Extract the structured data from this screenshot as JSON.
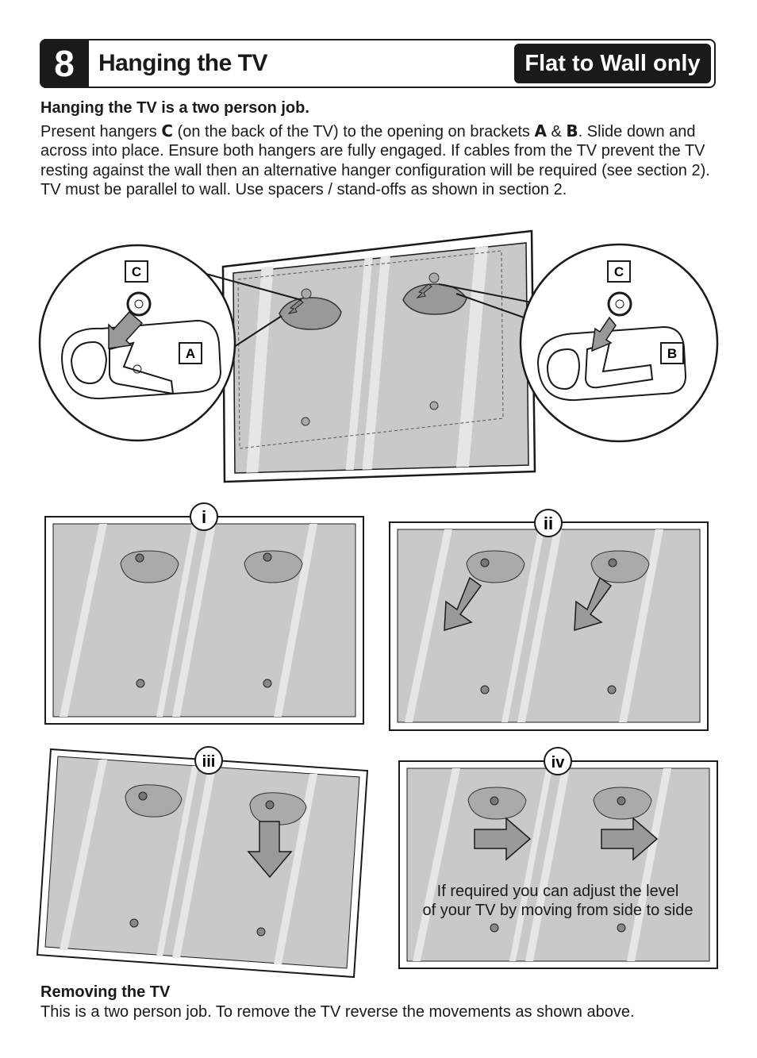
{
  "header": {
    "step_number": "8",
    "title": "Hanging the TV",
    "badge": "Flat to Wall only"
  },
  "intro": {
    "heading": "Hanging the TV is a two person job.",
    "line1_prefix": "Present hangers ",
    "hanger_letter": "C",
    "line1_mid": " (on the back of the TV) to the opening on brackets ",
    "bracket_a": "A",
    "amp": " & ",
    "bracket_b": "B",
    "line1_suffix": ". Slide down and across into place. Ensure both hangers are fully engaged. If cables from the TV prevent the TV resting against the wall then an alternative hanger configuration will be required (see section 2).",
    "line2": "TV must be parallel to wall. Use spacers / stand-offs as shown in section 2."
  },
  "main_illustration": {
    "label_c_left": "C",
    "label_a": "A",
    "label_c_right": "C",
    "label_b": "B"
  },
  "steps": {
    "i": "i",
    "ii": "ii",
    "iii": "iii",
    "iv": "iv",
    "iv_note_line1": "If required you can adjust the level",
    "iv_note_line2": "of your TV by moving from side to side"
  },
  "removing": {
    "heading": "Removing the TV",
    "text": "This is a two person job. To remove the TV reverse the movements as shown above."
  }
}
